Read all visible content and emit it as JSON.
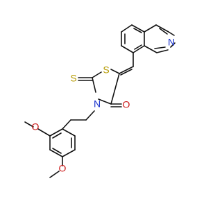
{
  "molecule": {
    "atoms": {
      "quinoline_n": "N",
      "thiazolidine_s": "S",
      "thione_s": "S",
      "ring_n": "N",
      "carbonyl_o": "O",
      "methoxy_o1": "O",
      "methoxy_o2": "O"
    }
  },
  "colors": {
    "bond": "#111111",
    "carbon_text": "#111111",
    "nitrogen": "#1a33cc",
    "sulfur": "#b59a00",
    "oxygen": "#cc1a1a",
    "background": "#ffffff"
  }
}
